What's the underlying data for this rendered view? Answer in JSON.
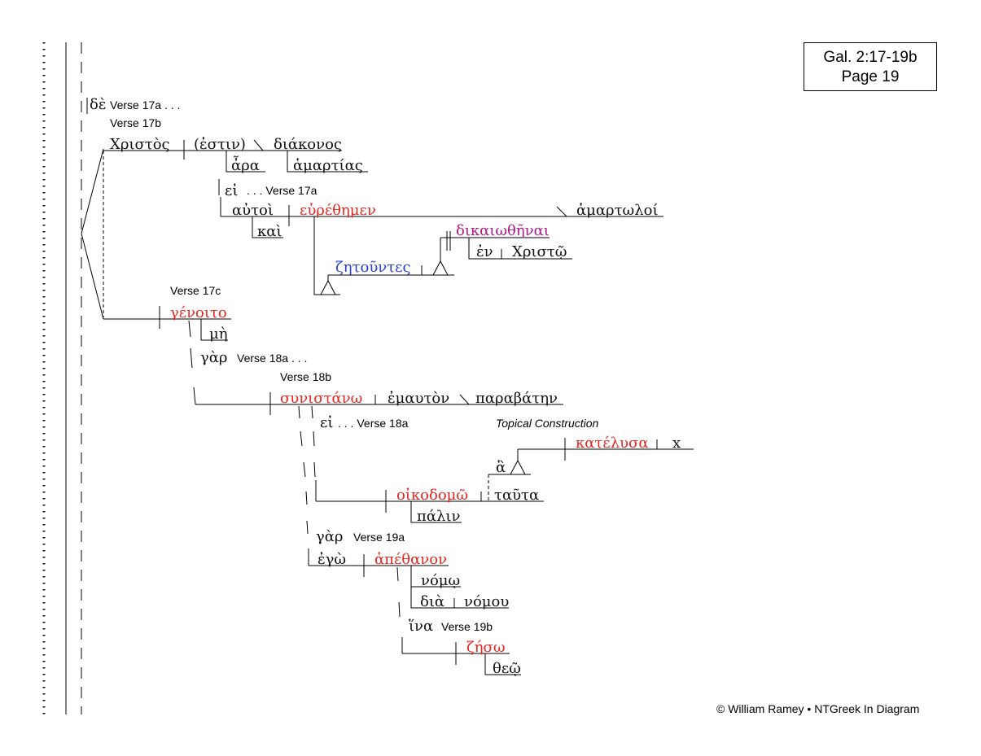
{
  "header": {
    "passage": "Gal. 2:17-19b",
    "page": "Page 19"
  },
  "footer": {
    "copyright": "© William Ramey • NTGreek In Diagram"
  },
  "colors": {
    "verb": "#e8261e",
    "participle": "#2a3fd1",
    "infinitive": "#b5178a",
    "text": "#111111"
  },
  "words": {
    "de": "δὲ",
    "christos": "Χριστὸς",
    "estin": "(ἐστιν)",
    "diakonos": "διάκονος",
    "ara": "ἆρα",
    "hamartias": "ἁμαρτίας",
    "ei1": "εἰ",
    "autoi": "αὐτοὶ",
    "kai": "καὶ",
    "heurethemen": "εὑρέθημεν",
    "hamartoloi": "ἁμαρτωλοί",
    "dikaiothenai": "δικαιωθῆναι",
    "en": "ἐν",
    "christo": "Χριστῷ",
    "zetountes": "ζητοῦντες",
    "genoito": "γένοιτο",
    "me": "μὴ",
    "gar1": "γὰρ",
    "synistano": "συνιστάνω",
    "emauton": "ἐμαυτὸν",
    "parabaten": "παραβάτην",
    "ei2": "εἰ",
    "katelysa": "κατέλυσα",
    "x": "x",
    "ha": "ἃ",
    "oikodomo": "οἰκοδομῶ",
    "tauta": "ταῦτα",
    "palin": "πάλιν",
    "gar2": "γὰρ",
    "ego": "ἐγὼ",
    "apethanon": "ἀπέθανον",
    "nomo": "νόμῳ",
    "dia": "διὰ",
    "nomou": "νόμου",
    "hina": "ἵνα",
    "zeso": "ζήσω",
    "theo": "θεῷ"
  },
  "labels": {
    "v17a_cont": "Verse 17a . . .",
    "v17b": "Verse 17b",
    "v17a_ref": ". . . Verse 17a",
    "v17c": "Verse 17c",
    "v18a_cont": "Verse 18a . . .",
    "v18b": "Verse 18b",
    "v18a_ref": ". . . Verse 18a",
    "topical": "Topical Construction",
    "v19a": "Verse 19a",
    "v19b": "Verse 19b"
  }
}
